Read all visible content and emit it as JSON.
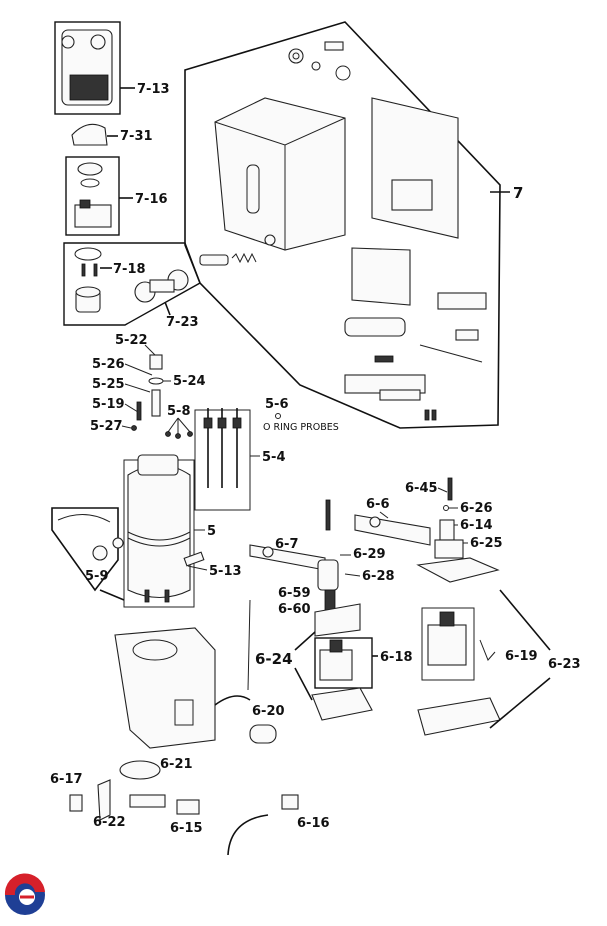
{
  "diagram": {
    "labels": {
      "l7_13": "7-13",
      "l7_31": "7-31",
      "l7_16": "7-16",
      "l7": "7",
      "l7_18": "7-18",
      "l7_23": "7-23",
      "l5_22": "5-22",
      "l5_26": "5-26",
      "l5_24": "5-24",
      "l5_25": "5-25",
      "l5_19": "5-19",
      "l5_8": "5-8",
      "l5_6": "5-6",
      "l5_27": "5-27",
      "l5_4": "5-4",
      "l5": "5",
      "l5_9": "5-9",
      "l5_13": "5-13",
      "l6_45": "6-45",
      "l6_6": "6-6",
      "l6_26": "6-26",
      "l6_14": "6-14",
      "l6_25": "6-25",
      "l6_7": "6-7",
      "l6_29": "6-29",
      "l6_28": "6-28",
      "l6_59": "6-59",
      "l6_60": "6-60",
      "l6_24": "6-24",
      "l6_18": "6-18",
      "l6_19": "6-19",
      "l6_23": "6-23",
      "l6_20": "6-20",
      "l6_21": "6-21",
      "l6_17": "6-17",
      "l6_22": "6-22",
      "l6_15": "6-15",
      "l6_16": "6-16"
    },
    "notes": {
      "o_ring_probes": "O RING PROBES"
    },
    "colors": {
      "line": "#111111",
      "logo_red": "#d6202a",
      "logo_blue": "#1f3f95"
    },
    "logo": "brand-logo-icon"
  }
}
